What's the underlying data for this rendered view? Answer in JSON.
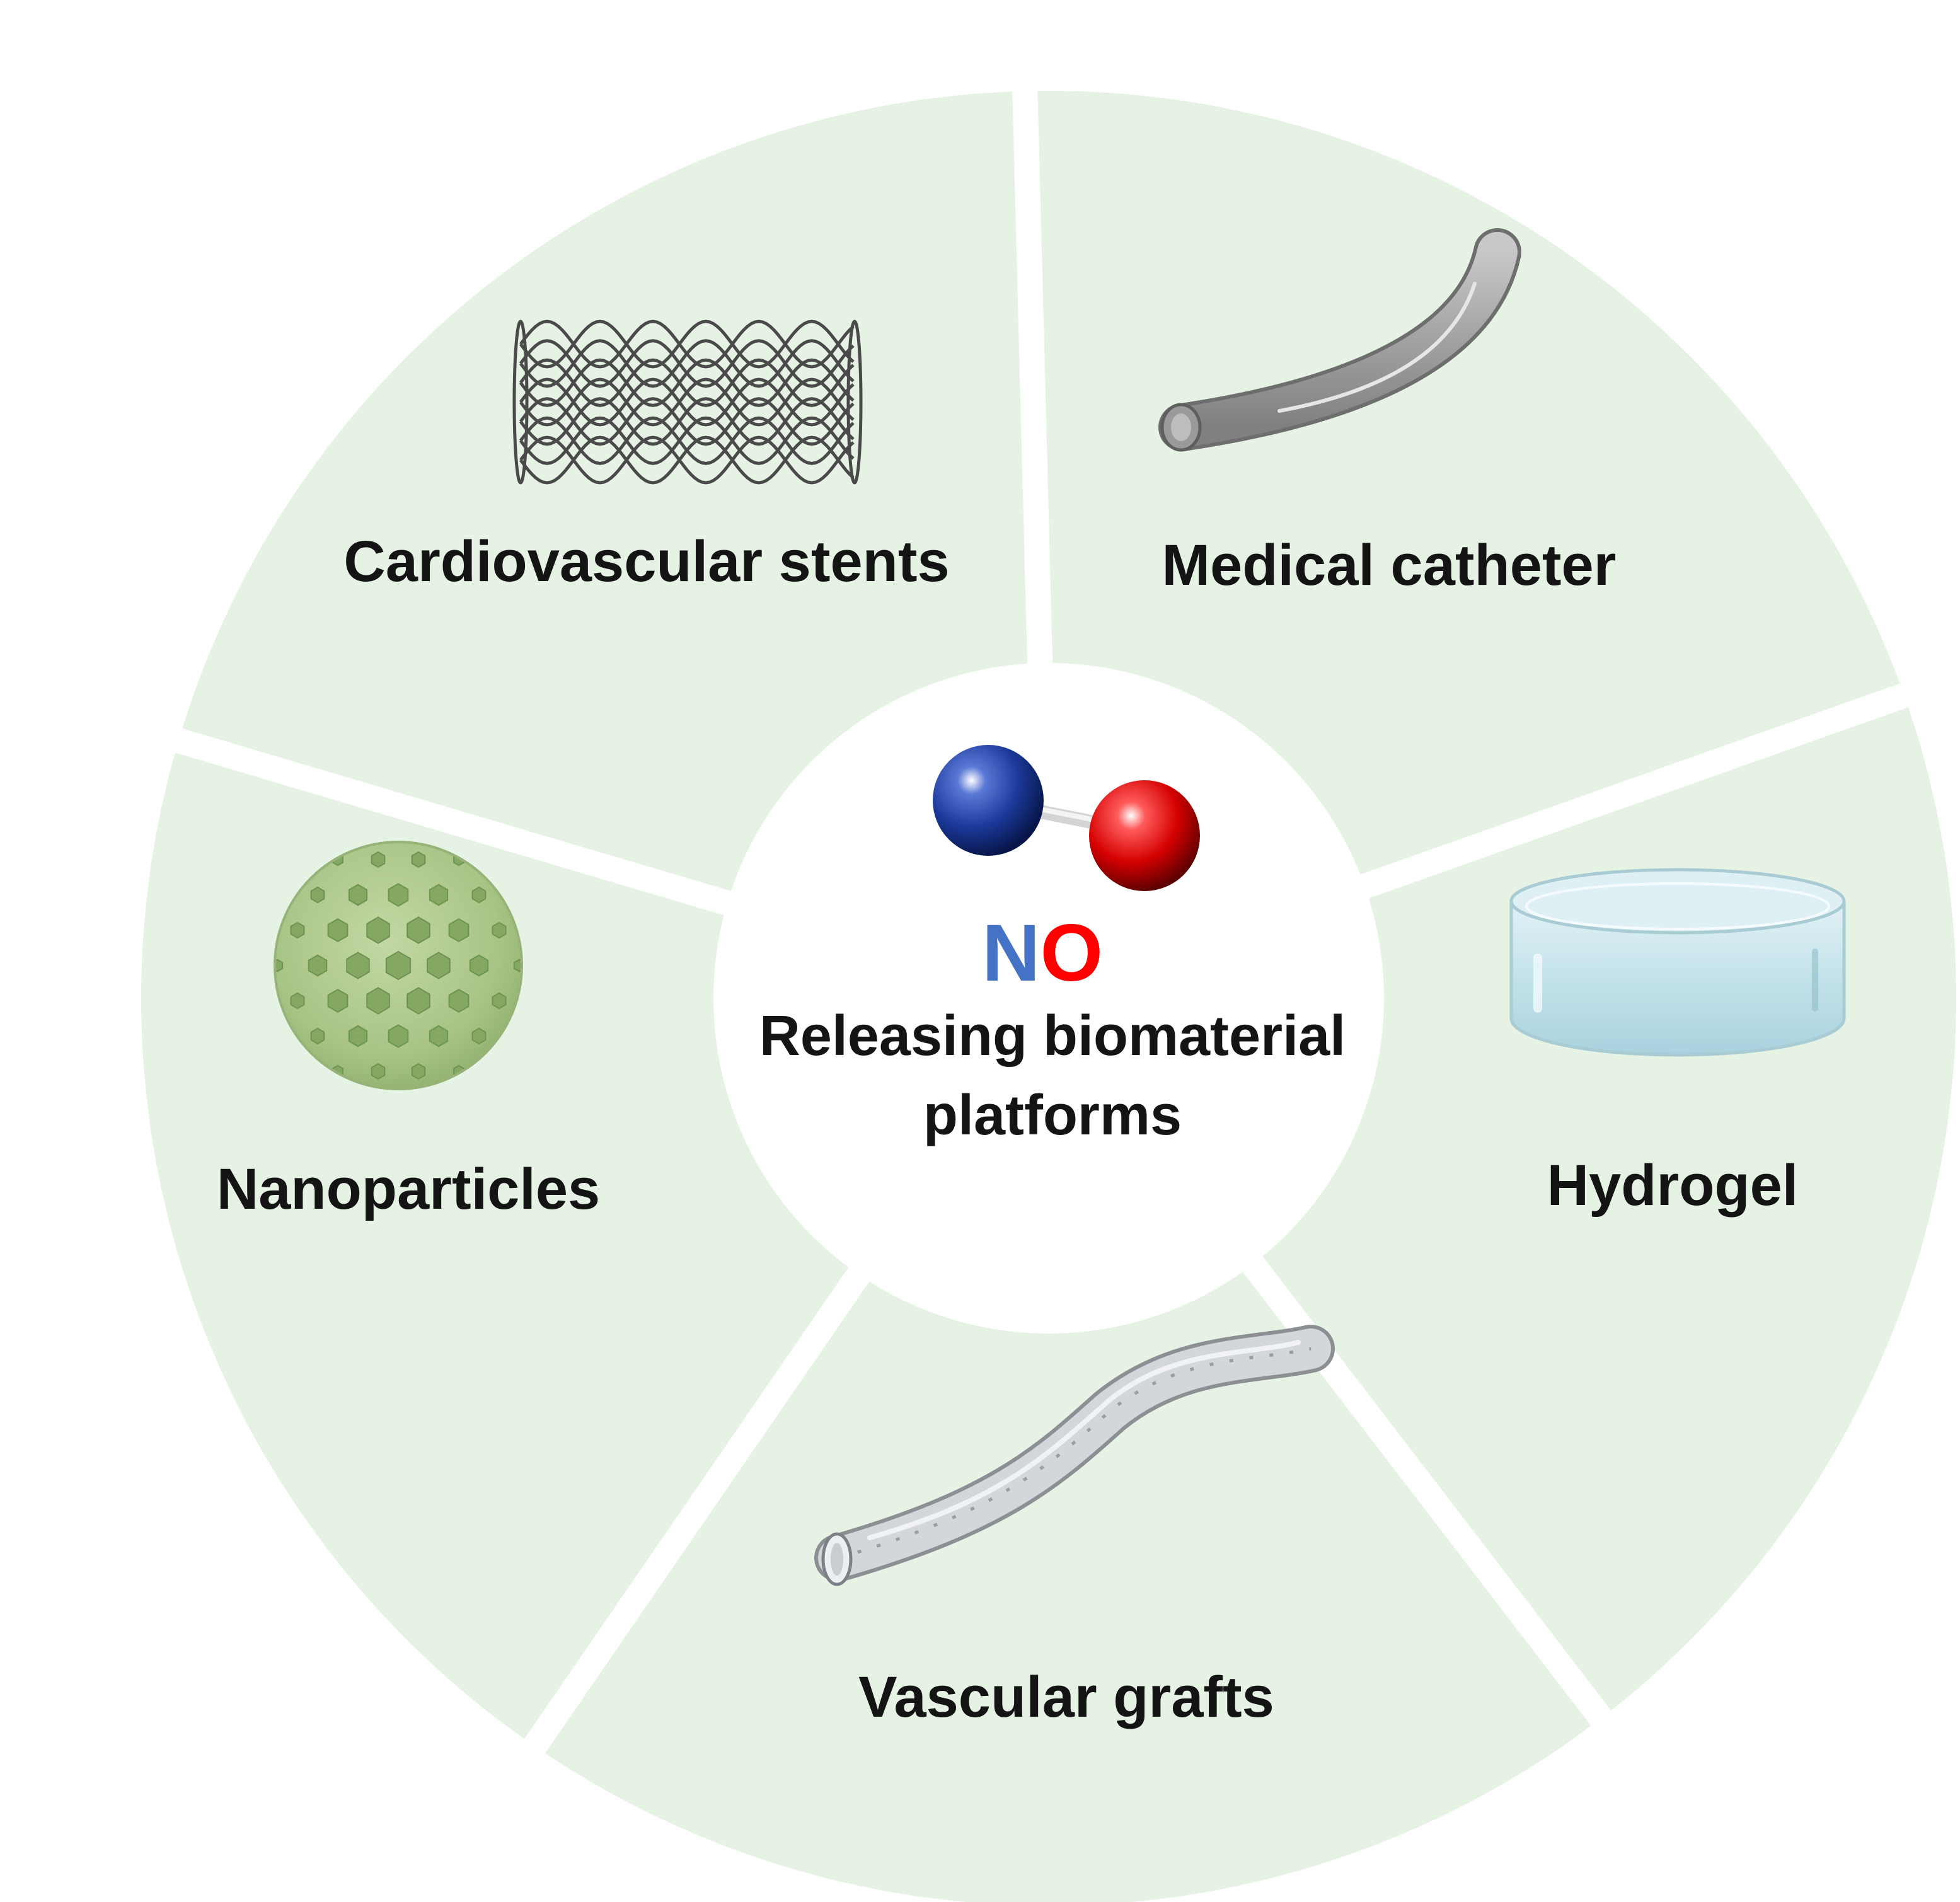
{
  "center": {
    "formula_n": "N",
    "formula_o": "O",
    "caption_line1": "Releasing biomaterial",
    "caption_line2": "platforms"
  },
  "segments": [
    {
      "id": "stents",
      "label": "Cardiovascular stents",
      "icon": "stent-mesh-icon"
    },
    {
      "id": "catheter",
      "label": "Medical catheter",
      "icon": "catheter-tube-icon"
    },
    {
      "id": "hydrogel",
      "label": "Hydrogel",
      "icon": "hydrogel-disc-icon"
    },
    {
      "id": "grafts",
      "label": "Vascular grafts",
      "icon": "vascular-graft-icon"
    },
    {
      "id": "nanoparticles",
      "label": "Nanoparticles",
      "icon": "nanoparticle-sphere-icon"
    }
  ],
  "colors": {
    "segment_fill": "#e6f3e4",
    "separator": "#ffffff",
    "nitrogen": "#4472c4",
    "oxygen": "#ff0000",
    "text": "#141414"
  }
}
